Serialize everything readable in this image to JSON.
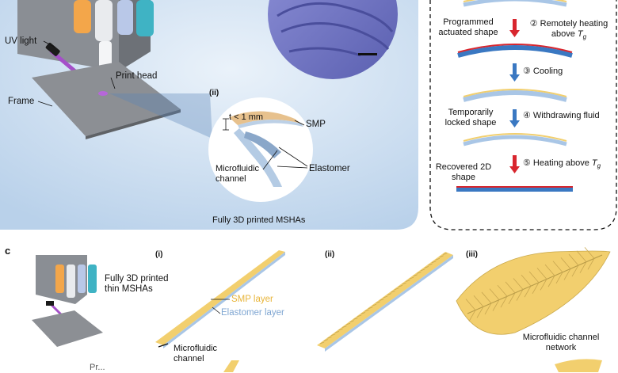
{
  "panel_b": {
    "labels": {
      "uv_light": "UV light",
      "print_head": "Print head",
      "frame": "Frame",
      "sub_ii": "(ii)",
      "thickness": "t < 1 mm",
      "smp": "SMP",
      "microfluidic_channel": "Microfluidic\nchannel",
      "elastomer": "Elastomer",
      "caption": "Fully 3D printed MSHAs"
    }
  },
  "cycle": {
    "steps": [
      {
        "label": "Programmed\nactuated shape",
        "arrow_text": "② Remotely heating\nabove ",
        "tg": "T",
        "tg_sub": "g",
        "arrow_color": "#d8262e"
      },
      {
        "label": "",
        "arrow_text": "③ Cooling",
        "arrow_color": "#3a78c2"
      },
      {
        "label": "Temporarily\nlocked shape",
        "arrow_text": "④ Withdrawing fluid",
        "arrow_color": "#3a78c2"
      },
      {
        "label": "Recovered 2D\nshape",
        "arrow_text": "⑤ Heating above ",
        "tg": "T",
        "tg_sub": "g",
        "arrow_color": "#d8262e"
      }
    ]
  },
  "panel_c": {
    "letter": "c",
    "printer_caption": "Fully 3D printed\nthin MSHAs",
    "sub_i": "(i)",
    "sub_ii": "(ii)",
    "sub_iii": "(iii)",
    "smp_layer": "SMP layer",
    "elastomer_layer": "Elastomer layer",
    "microfluidic_channel": "Microfluidic\nchannel",
    "network": "Microfluidic channel\nnetwork",
    "cut_text": "Pr..."
  },
  "colors": {
    "smp": "#f2cf6e",
    "elastomer": "#a9c6e6",
    "panel_bg": "#c9dcef",
    "heat": "#d8262e",
    "cool": "#3a78c2"
  }
}
